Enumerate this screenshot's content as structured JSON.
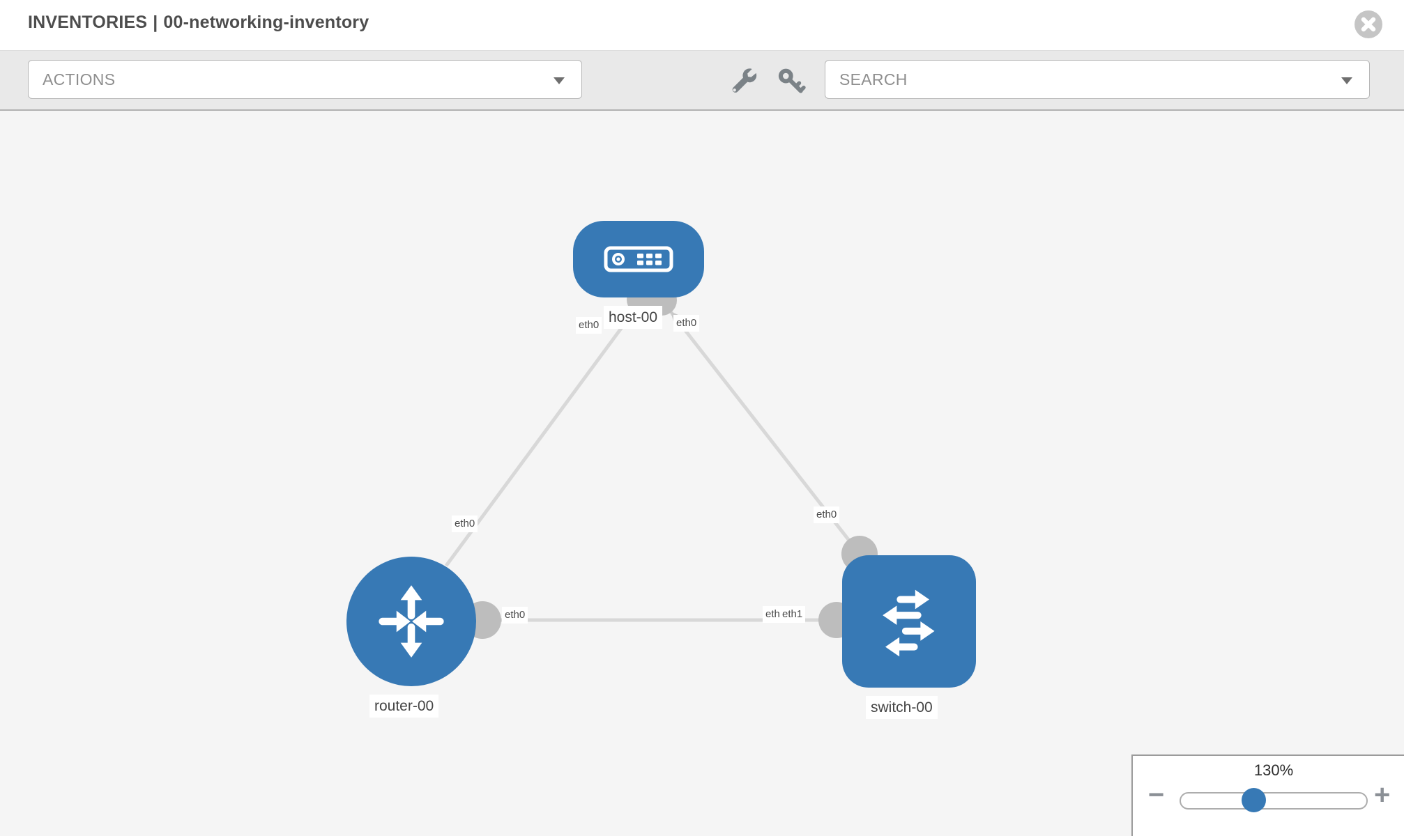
{
  "header": {
    "breadcrumb": "INVENTORIES",
    "separator": "|",
    "inventory_name": "00-networking-inventory"
  },
  "toolbar": {
    "actions_label": "ACTIONS",
    "search_label": "SEARCH",
    "icons": [
      "wrench",
      "key"
    ]
  },
  "topology": {
    "nodes": [
      {
        "label": "host-00",
        "type": "host",
        "shape": "rounded-rect"
      },
      {
        "label": "router-00",
        "type": "router",
        "shape": "circle"
      },
      {
        "label": "switch-00",
        "type": "switch",
        "shape": "rounded-square"
      }
    ],
    "links": [
      {
        "from": "host-00",
        "to": "router-00",
        "from_interface": "eth0",
        "to_interface": "eth0"
      },
      {
        "from": "host-00",
        "to": "switch-00",
        "from_interface": "eth0",
        "to_interface": "eth0"
      },
      {
        "from": "router-00",
        "to": "switch-00",
        "from_interface": "eth0",
        "to_interface": "eth1"
      }
    ],
    "overlap_back_label": "eth0"
  },
  "zoom_control": {
    "level": "130%",
    "minus": "−",
    "plus": "+"
  },
  "colors": {
    "node_blue": "#3779b5",
    "edge_gray": "#d8d8d8",
    "dot_gray": "#bdbdbd",
    "icon_gray": "#7b8287",
    "close_gray": "#c5c5c5",
    "toolbar_bg": "#e9e9e9",
    "canvas_bg": "#f5f5f5"
  }
}
